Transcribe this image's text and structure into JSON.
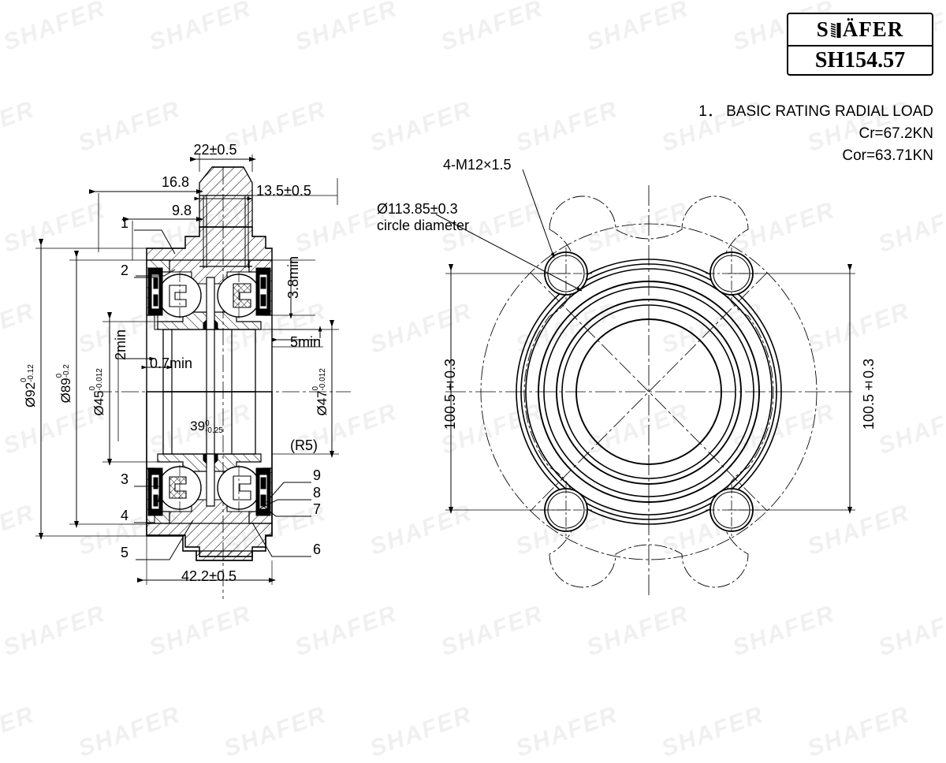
{
  "logo": {
    "brand": "SHÄFER",
    "brand_prefix": "S",
    "brand_suffix": "ÄFER",
    "code": "SH154.57"
  },
  "notes": {
    "line1": "1． BASIC RATING RADIAL LOAD",
    "line2": "Cr=67.2KN",
    "line3": "Cor=63.71KN"
  },
  "section_view": {
    "dimensions": {
      "top_width": "22±0.5",
      "top_left": "16.8",
      "top_inner": "9.8",
      "top_right": "13.5±0.5",
      "right_min1": "3.8min",
      "right_min2": "5min",
      "inner_min1": "2min",
      "inner_min2": "0.7min",
      "bore_len": "39",
      "bore_len_tol_upper": "0",
      "bore_len_tol_lower": "-0.25",
      "od1": "Ø92",
      "od1_tol_upper": "0",
      "od1_tol_lower": "-0.12",
      "od2": "Ø89",
      "od2_tol_upper": "0",
      "od2_tol_lower": "-0.2",
      "bore1": "Ø45",
      "bore1_tol_upper": "0",
      "bore1_tol_lower": "-0.012",
      "bore2": "Ø47",
      "bore2_tol_upper": "0",
      "bore2_tol_lower": "-0.012",
      "radius": "(R5)",
      "overall_width": "42.2±0.5"
    },
    "balloons": {
      "b1": "1",
      "b2": "2",
      "b3": "3",
      "b4": "4",
      "b5": "5",
      "b6": "6",
      "b7": "7",
      "b8": "8",
      "b9": "9"
    }
  },
  "front_view": {
    "thread_callout": "4-M12×1.5",
    "bolt_circle": "Ø113.85±0.3",
    "bolt_circle_sub": "circle diameter",
    "height_left": "100.5±0.3",
    "height_right": "100.5±0.3"
  },
  "watermark": {
    "text": "SHAFER"
  }
}
